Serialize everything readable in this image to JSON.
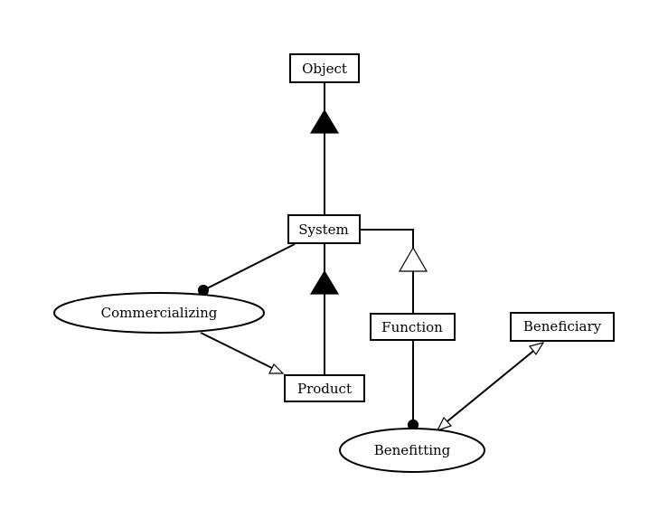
{
  "diagram": {
    "objects": {
      "object": "Object",
      "system": "System",
      "product": "Product",
      "function": "Function",
      "beneficiary": "Beneficiary"
    },
    "processes": {
      "commercializing": "Commercializing",
      "benefitting": "Benefitting"
    },
    "links": [
      {
        "from": "System",
        "to": "Object",
        "type": "aggregation-part-of"
      },
      {
        "from": "Product",
        "to": "System",
        "type": "aggregation-part-of"
      },
      {
        "from": "Function",
        "to": "System",
        "type": "exhibition"
      },
      {
        "from": "System",
        "to": "Commercializing",
        "type": "agent"
      },
      {
        "from": "Commercializing",
        "to": "Product",
        "type": "result"
      },
      {
        "from": "Function",
        "to": "Benefitting",
        "type": "agent"
      },
      {
        "from": "Benefitting",
        "to": "Beneficiary",
        "type": "effect-bidirectional"
      }
    ]
  }
}
